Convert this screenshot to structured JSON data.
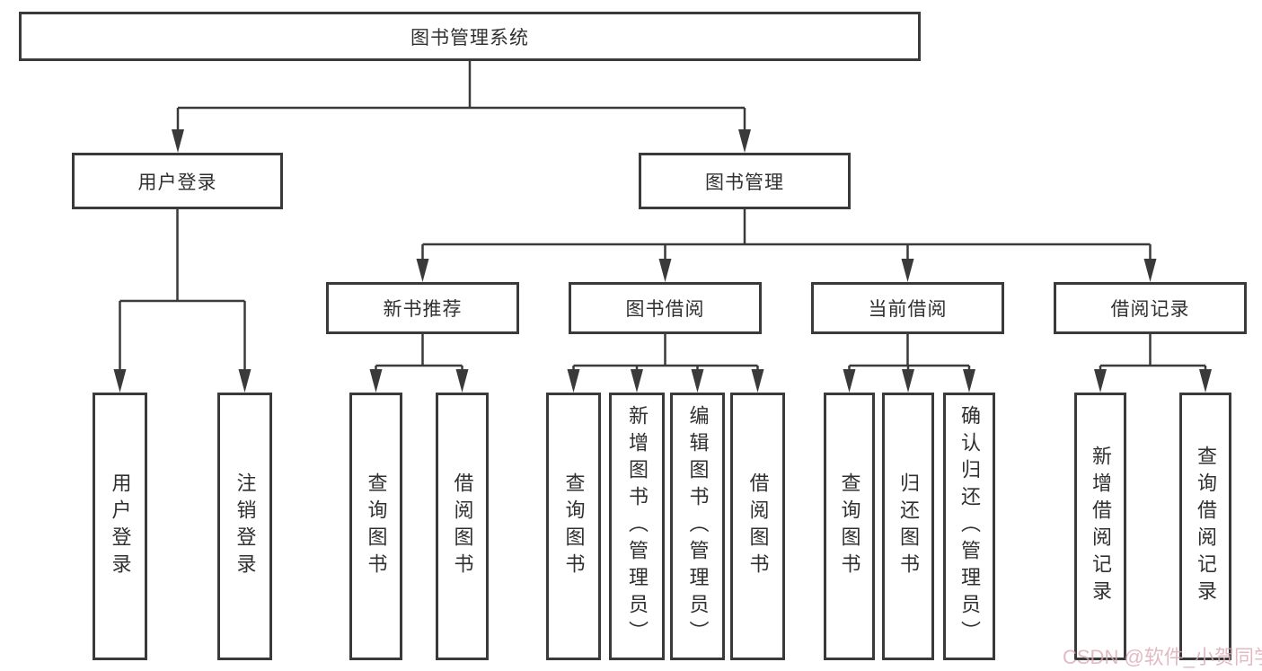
{
  "diagram": {
    "root": {
      "label": "图书管理系统"
    },
    "branches": [
      {
        "label": "用户登录",
        "children": [
          {
            "label": "用户登录"
          },
          {
            "label": "注销登录"
          }
        ]
      },
      {
        "label": "图书管理",
        "children": [
          {
            "label": "新书推荐",
            "children": [
              {
                "label": "查询图书"
              },
              {
                "label": "借阅图书"
              }
            ]
          },
          {
            "label": "图书借阅",
            "children": [
              {
                "label": "查询图书"
              },
              {
                "label": "新增图书（管理员）"
              },
              {
                "label": "编辑图书（管理员）"
              },
              {
                "label": "借阅图书"
              }
            ]
          },
          {
            "label": "当前借阅",
            "children": [
              {
                "label": "查询图书"
              },
              {
                "label": "归还图书"
              },
              {
                "label": "确认归还（管理员）"
              }
            ]
          },
          {
            "label": "借阅记录",
            "children": [
              {
                "label": "新增借阅记录"
              },
              {
                "label": "查询借阅记录"
              }
            ]
          }
        ]
      }
    ]
  },
  "watermark": {
    "text": "CSDN @软件_小贺同学"
  },
  "colors": {
    "line": "#3a3a3a",
    "box_border": "#3a3a3a",
    "box_fill": "#ffffff",
    "text": "#303030",
    "watermark": "#dcaab5",
    "page_bg": "#ffffff"
  }
}
